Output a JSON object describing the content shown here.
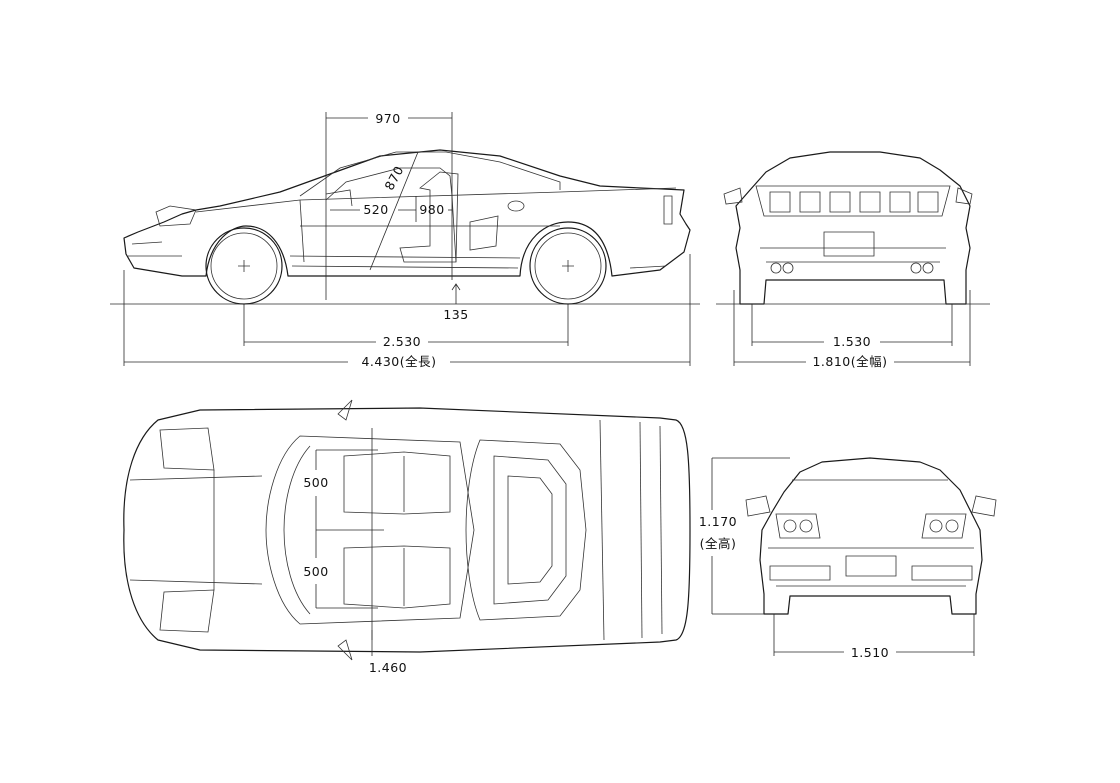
{
  "dimensions": {
    "shoulder_width": "970",
    "seat_headroom": "870",
    "seat_pitch": "520",
    "interior_length": "980",
    "ground_clearance": "135",
    "wheelbase": "2.530",
    "overall_length": "4.430(全長)",
    "rear_track": "1.530",
    "overall_width": "1.810(全幅)",
    "seat_width_top": "500",
    "seat_width_bottom": "500",
    "interior_width": "1.460",
    "overall_height": "1.170",
    "overall_height_note": "(全高)",
    "front_track": "1.510"
  }
}
